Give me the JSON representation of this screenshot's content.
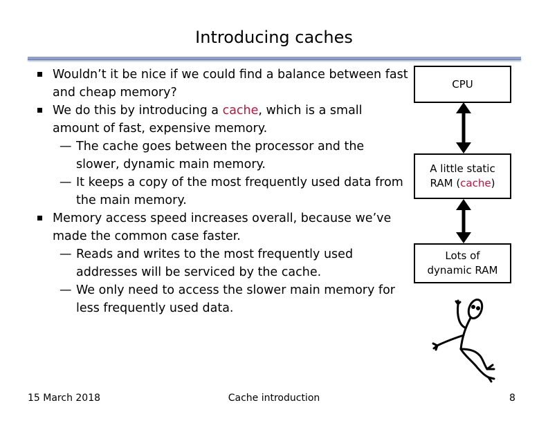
{
  "title": "Introducing caches",
  "bullets": [
    {
      "level": 1,
      "parts": [
        {
          "text": "Wouldn’t it be nice if we could find a balance between fast and cheap memory?"
        }
      ]
    },
    {
      "level": 1,
      "parts": [
        {
          "text": "We do this by introducing a "
        },
        {
          "text": "cache",
          "highlight": true
        },
        {
          "text": ", which is a small amount of fast, expensive memory."
        }
      ]
    },
    {
      "level": 2,
      "parts": [
        {
          "text": "The cache goes between the processor and the slower, dynamic main memory."
        }
      ]
    },
    {
      "level": 2,
      "parts": [
        {
          "text": "It keeps a copy of the most frequently used data from the main memory."
        }
      ]
    },
    {
      "level": 1,
      "parts": [
        {
          "text": "Memory access speed increases overall, because we’ve made the common case faster."
        }
      ]
    },
    {
      "level": 2,
      "parts": [
        {
          "text": "Reads and writes to the most frequently used addresses will be serviced by the cache."
        }
      ]
    },
    {
      "level": 2,
      "parts": [
        {
          "text": "We only need to access the slower main memory for less frequently used data."
        }
      ]
    }
  ],
  "diagram": {
    "cpu_label": "CPU",
    "cache_label_line1": "A little static",
    "cache_label_line2_prefix": "RAM (",
    "cache_label_line2_highlight": "cache",
    "cache_label_line2_suffix": ")",
    "dram_label_line1": "Lots of",
    "dram_label_line2": "dynamic RAM"
  },
  "footer": {
    "date": "15 March 2018",
    "center": "Cache introduction",
    "page": "8"
  },
  "colors": {
    "highlight": "#c0143c",
    "rule": "#8fa0c8"
  },
  "icons": [
    "bullet-square-icon",
    "double-arrow-icon",
    "stick-figure-icon"
  ]
}
